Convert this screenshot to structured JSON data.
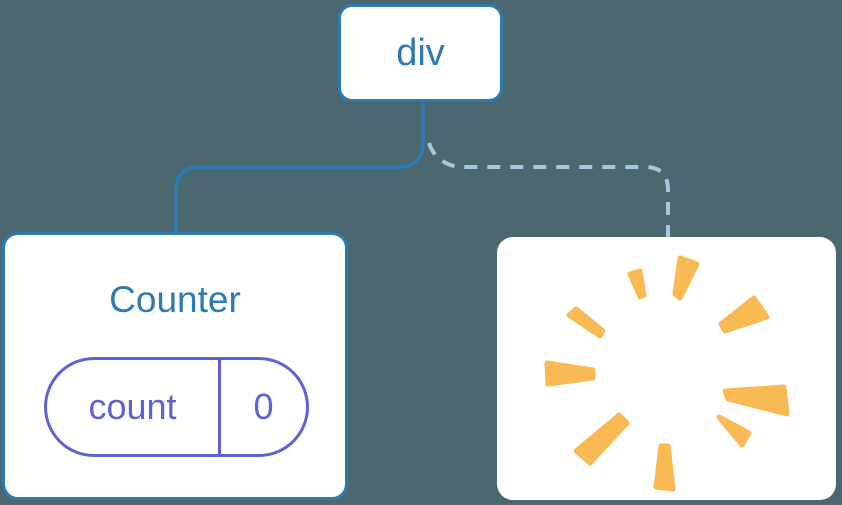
{
  "diagram": {
    "background_color": "#4B6770",
    "root_node": {
      "label": "div"
    },
    "counter_card": {
      "title": "Counter",
      "state_pill": {
        "name": "count",
        "value": "0"
      }
    },
    "removed_card": {
      "icon": "poof-starburst-icon"
    },
    "connectors": {
      "left_style": "solid",
      "right_style": "dashed"
    },
    "colors": {
      "node_blue": "#2E7BB4",
      "dashed_connector_blue": "#A9C7DC",
      "state_purple": "#5F63D2",
      "poof_orange": "#F9BA55",
      "card_white": "#FFFFFF"
    }
  }
}
